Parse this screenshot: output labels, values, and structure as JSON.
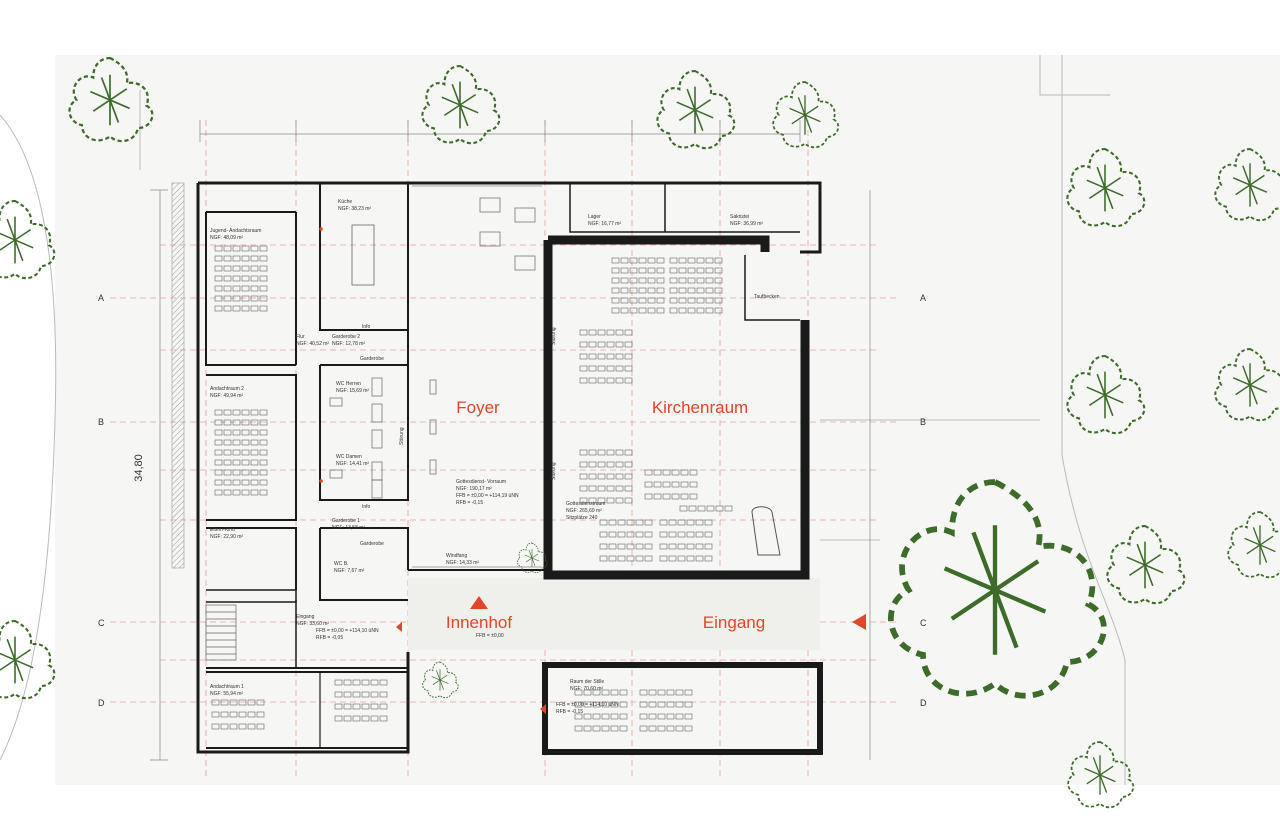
{
  "dimension_label": "34,80",
  "axes": {
    "left": [
      "A",
      "B",
      "C",
      "D"
    ],
    "right": [
      "A",
      "B",
      "C",
      "D"
    ]
  },
  "main_rooms": {
    "foyer": "Foyer",
    "kirchenraum": "Kirchenraum",
    "innenhof": "Innenhof",
    "eingang": "Eingang"
  },
  "small_labels": {
    "jugend": "Jugend- Andachtsraum",
    "jugend_area": "NGF: 48,09 m²",
    "kueche": "Küche",
    "kueche_area": "NGF: 38,23 m²",
    "lager": "Lager",
    "lager_area": "NGF: 16,77 m²",
    "sakristei": "Sakristei",
    "sakristei_area": "NGF: 36,99 m²",
    "taufbecken": "Taufbecken",
    "flur": "Flur",
    "flur_area": "NGF: 40,52 m²",
    "garderobe2": "Garderobe 2",
    "garderobe2_area": "NGF: 12,78 m²",
    "garderobe_a": "Garderobe",
    "garderobe_b": "Garderobe",
    "info_a": "Info",
    "info_b": "Info",
    "andacht2": "Andachtraum 2",
    "andacht2_area": "NGF: 49,94 m²",
    "wc_herren": "WC Herren",
    "wc_herren_area": "NGF: 15,69 m²",
    "wc_damen": "WC Damen",
    "wc_damen_area": "NGF: 14,41 m²",
    "gottesdienst_vorraum": "Gottesdienst- Vorraum",
    "gottesdienst_vorraum_area": "NGF: 190,17 m²",
    "ffb_foyer": "FFB = ±0,00 = +114,19 üNN",
    "rfb_foyer": "RFB = -0,15",
    "gottesdienstraum": "Gottesdienstraum",
    "gottesdienstraum_area": "NGF: 265,69 m²",
    "sitzplaetze": "Sitzplätze 240",
    "eltern_kind": "Eltern-Kind",
    "eltern_kind_area": "NGF: 22,90 m²",
    "garderobe1": "Garderobe 1",
    "garderobe1_area": "NGF: 13,58 m²",
    "wc_b": "WC B.",
    "wc_b_area": "NGF: 7,67 m²",
    "windfang": "Windfang",
    "windfang_area": "NGF: 14,33 m²",
    "eingang_room": "Eingang",
    "eingang_area": "NGF: 33,60 m²",
    "ffb_eingang": "FFB = ±0,00 = +114,10 üNN",
    "rfb_eingang": "RFB = -0,05",
    "ffb_hof": "FFB = ±0,00",
    "andacht1": "Andachtraum 1",
    "andacht1_area": "NGF: 55,94 m²",
    "raum_stille": "Raum der Stille",
    "raum_stille_area": "NGF: 70,60 m²",
    "ffb_stille": "FFB = ±0,00 = +114,10 üNN",
    "rfb_stille": "RFB = -0,15",
    "stoerung": "Störung",
    "stoerung2": "Störung",
    "stoerung3": "Störung"
  },
  "colors": {
    "accent_red": "#e0462a",
    "wall": "#1a1a1a",
    "tree": "#3d6b2a",
    "grid_red": "#e8a0a0"
  }
}
